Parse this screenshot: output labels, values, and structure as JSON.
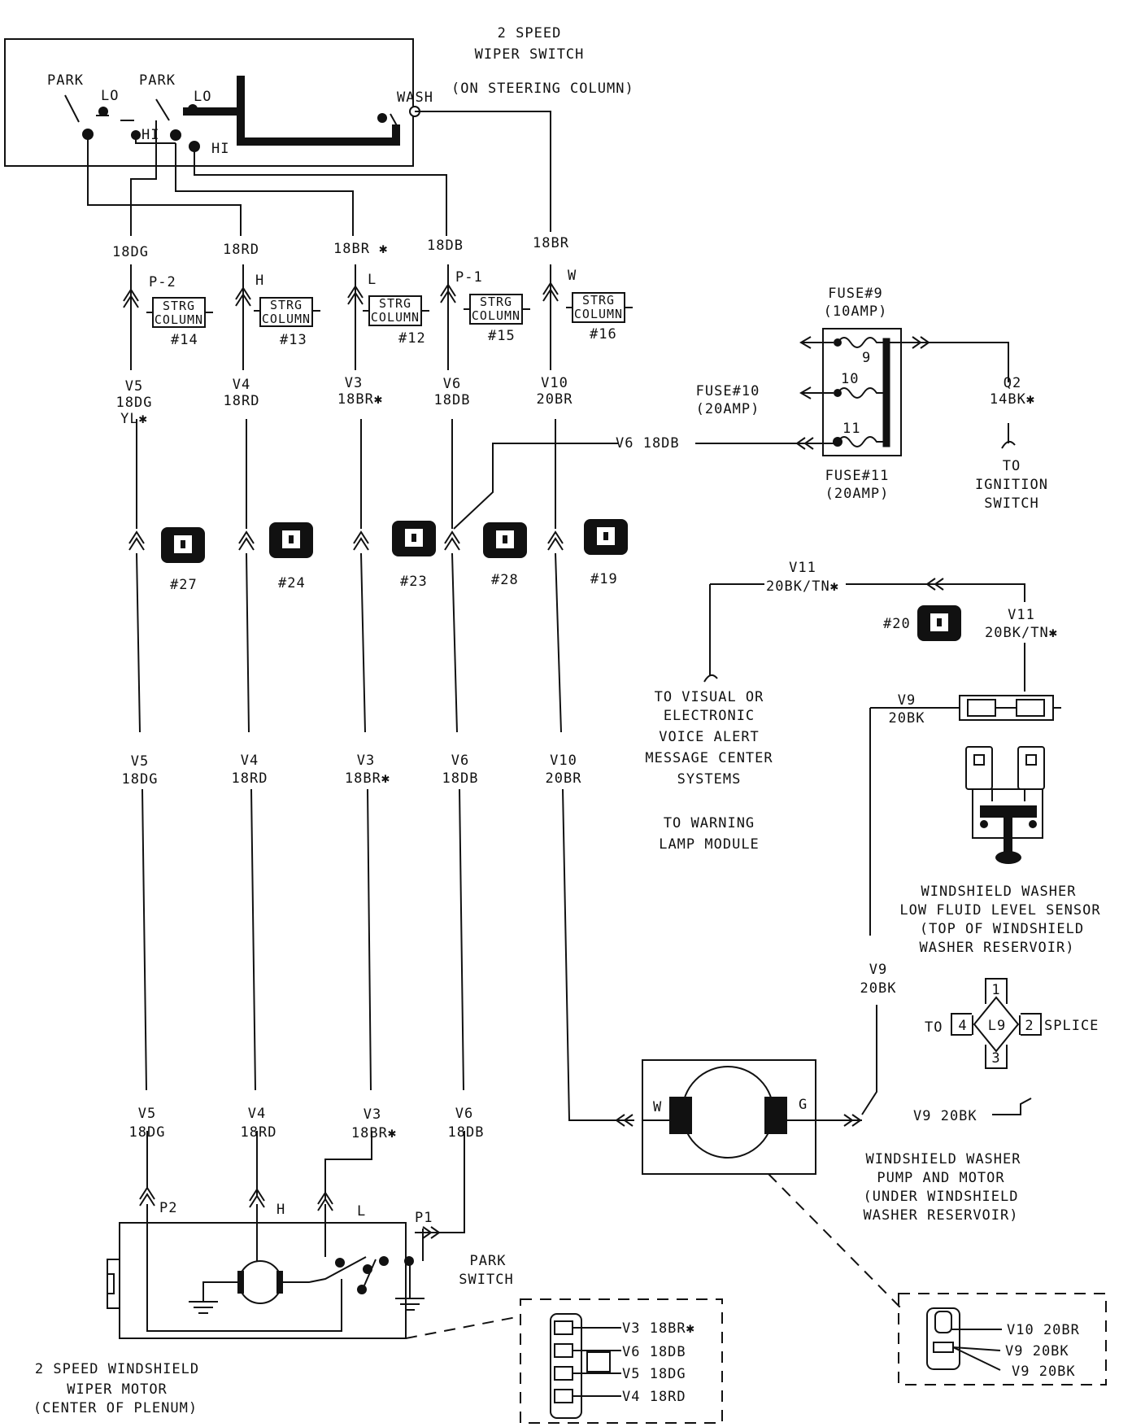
{
  "switch": {
    "title_1": "2 SPEED",
    "title_2": "WIPER SWITCH",
    "subtitle": "(ON STEERING COLUMN)",
    "park_1": "PARK",
    "park_2": "PARK",
    "lo_1": "LO",
    "lo_2": "LO",
    "hi_1": "HI",
    "hi_2": "HI",
    "wash": "WASH"
  },
  "top_wires": [
    {
      "color": "18DG",
      "term": "P-2",
      "conn": "#14"
    },
    {
      "color": "18RD",
      "term": "H",
      "conn": "#13"
    },
    {
      "color": "18BR ✱",
      "term": "L",
      "conn": "#12"
    },
    {
      "color": "18DB",
      "term": "P-1",
      "conn": "#15"
    },
    {
      "color": "18BR",
      "term": "W",
      "conn": "#16"
    }
  ],
  "strg_label_1": "STRG",
  "strg_label_2": "COLUMN",
  "mid_wires": [
    {
      "circuit": "V5",
      "color": "18DG",
      "extra": "YL✱"
    },
    {
      "circuit": "V4",
      "color": "18RD"
    },
    {
      "circuit": "V3",
      "color": "18BR✱"
    },
    {
      "circuit": "V6",
      "color": "18DB"
    },
    {
      "circuit": "V10",
      "color": "20BR"
    }
  ],
  "v6_branch": "V6  18DB",
  "connectors_row": [
    "#27",
    "#24",
    "#23",
    "#28",
    "#19"
  ],
  "lower_wires": [
    {
      "circuit": "V5",
      "color": "18DG"
    },
    {
      "circuit": "V4",
      "color": "18RD"
    },
    {
      "circuit": "V3",
      "color": "18BR✱"
    },
    {
      "circuit": "V6",
      "color": "18DB"
    },
    {
      "circuit": "V10",
      "color": "20BR"
    }
  ],
  "motor_wires": [
    {
      "circuit": "V5",
      "color": "18DG"
    },
    {
      "circuit": "V4",
      "color": "18RD"
    },
    {
      "circuit": "V3",
      "color": "18BR✱"
    },
    {
      "circuit": "V6",
      "color": "18DB"
    }
  ],
  "fuses": {
    "fuse9_1": "FUSE#9",
    "fuse9_2": "(10AMP)",
    "fuse10_1": "FUSE#10",
    "fuse10_2": "(20AMP)",
    "fuse11_1": "FUSE#11",
    "fuse11_2": "(20AMP)",
    "num9": "9",
    "num10": "10",
    "num11": "11"
  },
  "q2": {
    "circuit": "Q2",
    "color": "14BK✱"
  },
  "ignition": [
    "TO",
    "IGNITION",
    "SWITCH"
  ],
  "v11_left": {
    "circuit": "V11",
    "color": "20BK/TN✱"
  },
  "v11_right": {
    "circuit": "V11",
    "color": "20BK/TN✱"
  },
  "conn20": "#20",
  "visual_alert": [
    "TO VISUAL OR",
    "ELECTRONIC",
    "VOICE ALERT",
    "MESSAGE CENTER",
    "SYSTEMS"
  ],
  "warning_lamp": [
    "TO WARNING",
    "LAMP MODULE"
  ],
  "v9_top": {
    "circuit": "V9",
    "color": "20BK"
  },
  "sensor_label": [
    "WINDSHIELD WASHER",
    "LOW FLUID LEVEL SENSOR",
    "(TOP OF WINDSHIELD",
    "WASHER RESERVOIR)"
  ],
  "v9_mid": {
    "circuit": "V9",
    "color": "20BK"
  },
  "splice": {
    "to": "TO",
    "pin1": "1",
    "pin2": "2",
    "pin3": "3",
    "pin4": "4",
    "id": "L9",
    "label": "SPLICE"
  },
  "pump": {
    "w": "W",
    "g": "G",
    "v9": "V9  20BK"
  },
  "pump_label": [
    "WINDSHIELD WASHER",
    "PUMP AND MOTOR",
    "(UNDER WINDSHIELD",
    "WASHER RESERVOIR)"
  ],
  "motor": {
    "p2": "P2",
    "h": "H",
    "l": "L",
    "p1": "P1",
    "park_1": "PARK",
    "park_2": "SWITCH"
  },
  "motor_label": [
    "2 SPEED WINDSHIELD",
    "WIPER MOTOR",
    "(CENTER OF PLENUM)"
  ],
  "motor_conn_pins": [
    "V3  18BR✱",
    "V6  18DB",
    "V5  18DG",
    "V4  18RD"
  ],
  "pump_conn_pins": [
    "V10  20BR",
    "V9  20BK",
    "V9  20BK"
  ]
}
